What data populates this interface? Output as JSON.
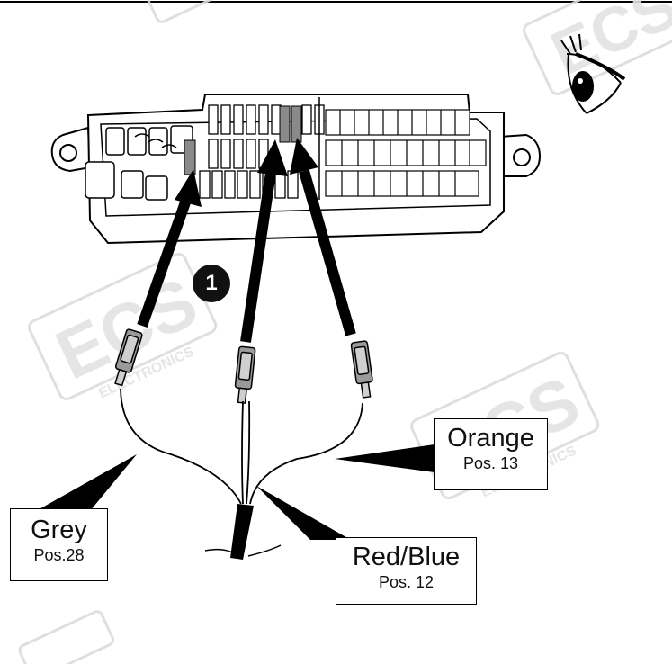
{
  "watermark": {
    "logo": "ECS",
    "subtext": "ELECTRONICS",
    "color": "#dcdcdc"
  },
  "step": {
    "number": "1"
  },
  "wires": [
    {
      "name": "Grey",
      "position": "Pos.28"
    },
    {
      "name": "Red/Blue",
      "position": "Pos. 12"
    },
    {
      "name": "Orange",
      "position": "Pos. 13"
    }
  ],
  "colors": {
    "ink": "#000000",
    "pin_highlight": "#8a8a8a",
    "background": "#ffffff"
  },
  "icons": {
    "viewer": "eye-icon"
  }
}
